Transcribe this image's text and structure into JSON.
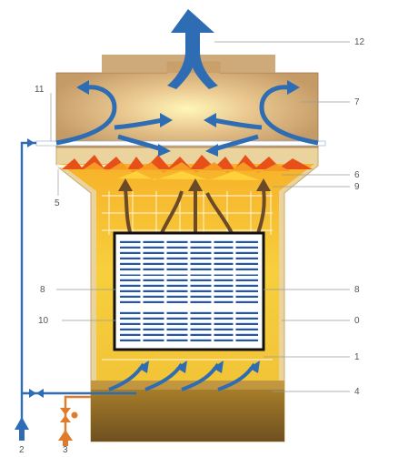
{
  "callouts": {
    "c0": "0",
    "c1": "1",
    "c2": "2",
    "c3": "3",
    "c4": "4",
    "c5": "5",
    "c6": "6",
    "c7": "7",
    "c8_left": "8",
    "c8_right": "8",
    "c9": "9",
    "c10": "10",
    "c11": "11",
    "c12": "12"
  },
  "colors": {
    "hood": "#c9a06a",
    "hood_edge": "#a07848",
    "shaft_wall": "#e8c98a",
    "shaft_inner": "#f5c33a",
    "flame": "#e8501a",
    "airflow_arrow": "#2e6db3",
    "fuel_arrow": "#e07b2a",
    "hot_gas_arrow": "#6b4a2a",
    "heat_grid": "#ffffff",
    "exchanger_panel": "#1f4fa0",
    "base": "#7a5a22"
  },
  "icons": {
    "exhaust": "exhaust-arrow-icon",
    "valve": "valve-icon",
    "air_inlet": "air-inlet-arrow-icon",
    "fuel_inlet": "fuel-inlet-arrow-icon"
  }
}
